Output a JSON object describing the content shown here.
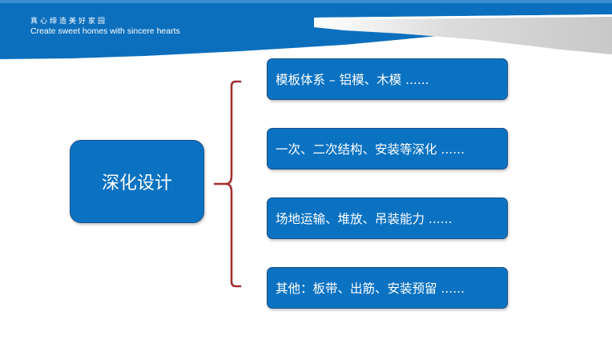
{
  "header": {
    "slogan_cn": "真心缔造美好家园",
    "slogan_en": "Create sweet homes with sincere hearts",
    "band_color": "#0b6fbd",
    "accent_color": "#d8d8d8"
  },
  "diagram": {
    "center": "深化设计",
    "branches": [
      "模板体系 – 铝模、木模 ......",
      "一次、二次结构、安装等深化 ......",
      "场地运输、堆放、吊装能力 ......",
      "其他：板带、出筋、安装预留 ......"
    ],
    "box_color": "#0b72c2",
    "bracket_color": "#a03030"
  }
}
